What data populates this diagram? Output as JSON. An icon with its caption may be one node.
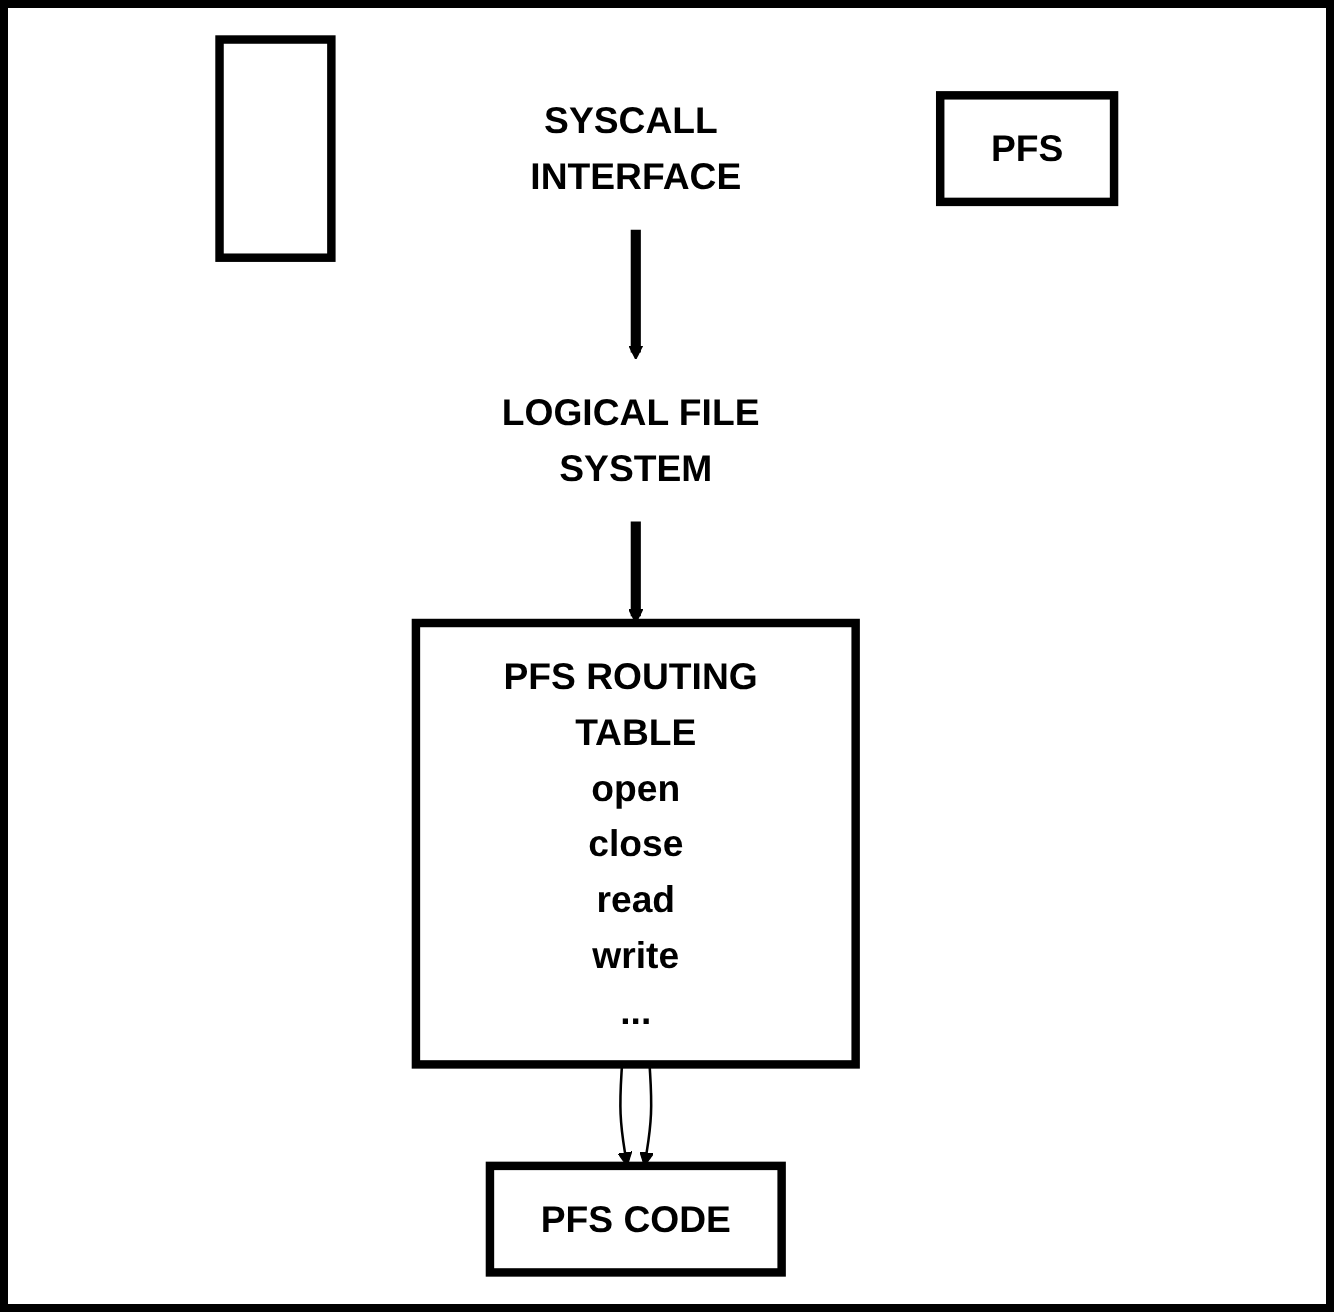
{
  "diagram": {
    "nodes": [
      {
        "text": [],
        "shape": "box"
      },
      {
        "text": [
          "PFS ROUTING TABLE",
          "open",
          "close",
          "read",
          "write",
          "..."
        ]
      },
      {
        "text": [
          "SYSCALL INTERFACE"
        ]
      },
      {
        "text": [
          "PFS"
        ]
      },
      {
        "text": [
          "LOGICAL FILE SYSTEM"
        ]
      },
      {
        "text": [
          "PFS CODE"
        ]
      }
    ],
    "edges": [
      {
        "from": 2,
        "to": 4,
        "arrow": "to",
        "style": "thick"
      },
      {
        "from": 4,
        "to": 1,
        "arrow": "to",
        "style": "thick"
      },
      {
        "from": 1,
        "to": 5,
        "arrow": "to"
      },
      {
        "from": 1,
        "to": 5,
        "arrow": "to"
      }
    ]
  }
}
